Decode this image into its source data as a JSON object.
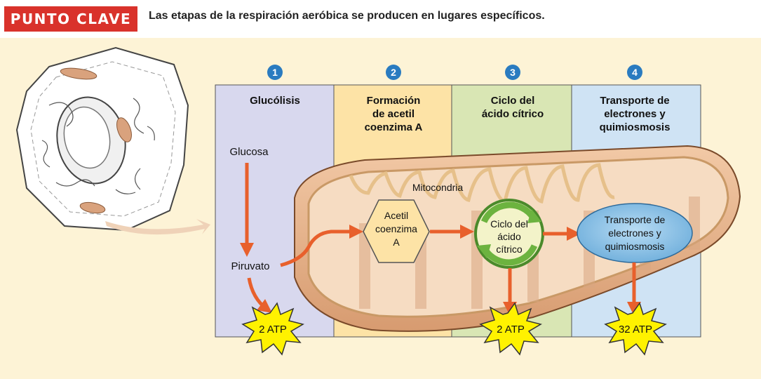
{
  "header": {
    "tag": "PUNTO CLAVE",
    "subtitle": "Las etapas de la respiración aeróbica se producen en lugares específicos."
  },
  "stages": [
    {
      "number": "1",
      "title": [
        "Glucólisis"
      ],
      "color": "#d8d8ee"
    },
    {
      "number": "2",
      "title": [
        "Formación",
        "de acetil",
        "coenzima A"
      ],
      "color": "#fde3a6"
    },
    {
      "number": "3",
      "title": [
        "Ciclo del",
        "ácido cítrico"
      ],
      "color": "#d9e6b4"
    },
    {
      "number": "4",
      "title": [
        "Transporte de",
        "electrones y",
        "quimiosmosis"
      ],
      "color": "#cfe3f4"
    }
  ],
  "labels": {
    "glucose": "Glucosa",
    "pyruvate": "Piruvato",
    "mitochondria": "Mitocondria",
    "acetyl": [
      "Acetil",
      "coenzima",
      "A"
    ],
    "citric": [
      "Ciclo del",
      "ácido",
      "cítrico"
    ],
    "transport": [
      "Transporte de",
      "electrones y",
      "quimiosmosis"
    ]
  },
  "atp": [
    "2 ATP",
    "2 ATP",
    "32 ATP"
  ],
  "colors": {
    "accent_red": "#d9322b",
    "arrow": "#e8602c",
    "number_circle": "#2a7bc0",
    "atp_star": "#fff200"
  }
}
